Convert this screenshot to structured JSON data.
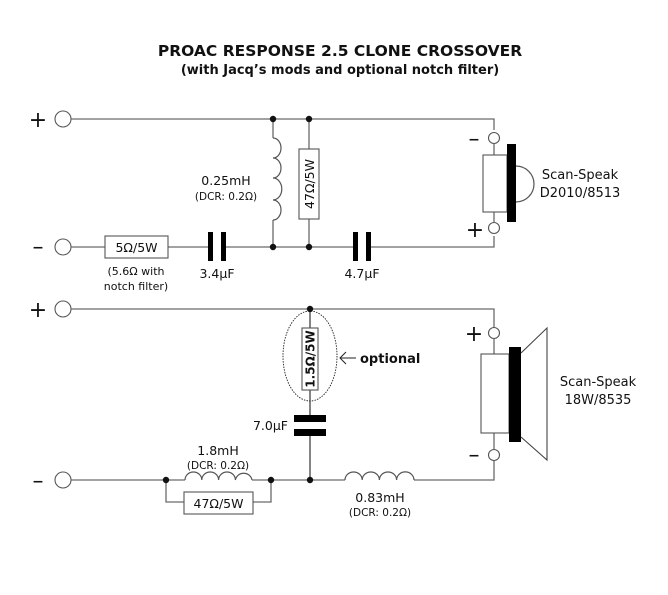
{
  "title": "PROAC RESPONSE 2.5 CLONE CROSSOVER",
  "subtitle": "(with Jacq’s mods and optional notch filter)",
  "tweeter_section": {
    "input_plus": "+",
    "input_minus": "–",
    "series_resistor": {
      "label": "5Ω/5W",
      "note_line1": "(5.6Ω with",
      "note_line2": "notch filter)"
    },
    "series_cap_1": {
      "label": "3.4µF"
    },
    "shunt_inductor": {
      "label": "0.25mH",
      "dcr": "(DCR: 0.2Ω)"
    },
    "shunt_resistor": {
      "label": "47Ω/5W"
    },
    "series_cap_2": {
      "label": "4.7µF"
    },
    "driver": {
      "name_line1": "Scan-Speak",
      "name_line2": "D2010/8513",
      "terminal_top": "–",
      "terminal_bottom": "+"
    }
  },
  "woofer_section": {
    "input_plus": "+",
    "input_minus": "–",
    "series_inductor": {
      "label": "1.8mH",
      "dcr": "(DCR: 0.2Ω)"
    },
    "bypass_resistor": {
      "label": "47Ω/5W"
    },
    "notch_resistor": {
      "label": "1.5Ω/5W"
    },
    "optional_label": "optional",
    "notch_cap": {
      "label": "7.0µF"
    },
    "series_inductor_2": {
      "label": "0.83mH",
      "dcr": "(DCR: 0.2Ω)"
    },
    "driver": {
      "name_line1": "Scan-Speak",
      "name_line2": "18W/8535",
      "terminal_top": "+",
      "terminal_bottom": "–"
    }
  }
}
